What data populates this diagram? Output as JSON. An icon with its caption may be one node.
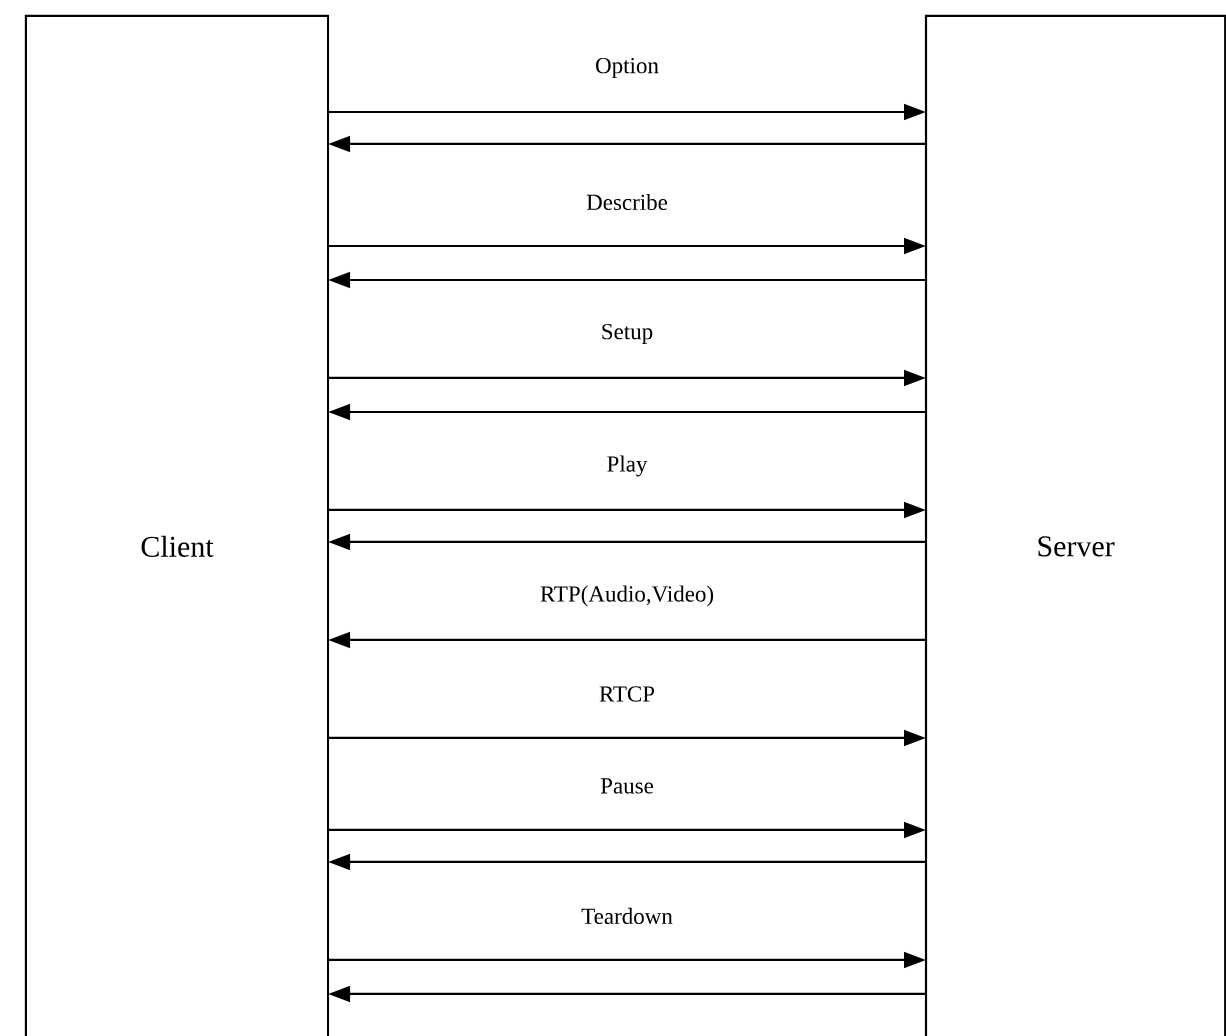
{
  "diagram": {
    "nodes": [
      {
        "text": [
          "Client"
        ]
      },
      {
        "text": [
          "Server"
        ]
      }
    ],
    "edges": [
      {
        "from": 0,
        "to": 1,
        "arrow": "to",
        "label": "Option"
      },
      {
        "from": 1,
        "to": 0,
        "arrow": "to"
      },
      {
        "from": 0,
        "to": 1,
        "arrow": "to",
        "label": "Describe"
      },
      {
        "from": 1,
        "to": 0,
        "arrow": "to"
      },
      {
        "from": 0,
        "to": 1,
        "arrow": "to",
        "label": "Setup"
      },
      {
        "from": 1,
        "to": 0,
        "arrow": "to"
      },
      {
        "from": 0,
        "to": 1,
        "arrow": "to",
        "label": "Play"
      },
      {
        "from": 1,
        "to": 0,
        "arrow": "to"
      },
      {
        "from": 1,
        "to": 0,
        "arrow": "to",
        "label": "RTP(Audio,Video)"
      },
      {
        "from": 0,
        "to": 1,
        "arrow": "to",
        "label": "RTCP"
      },
      {
        "from": 0,
        "to": 1,
        "arrow": "to",
        "label": "Pause"
      },
      {
        "from": 1,
        "to": 0,
        "arrow": "to"
      },
      {
        "from": 0,
        "to": 1,
        "arrow": "to",
        "label": "Teardown"
      },
      {
        "from": 1,
        "to": 0,
        "arrow": "to"
      }
    ]
  }
}
